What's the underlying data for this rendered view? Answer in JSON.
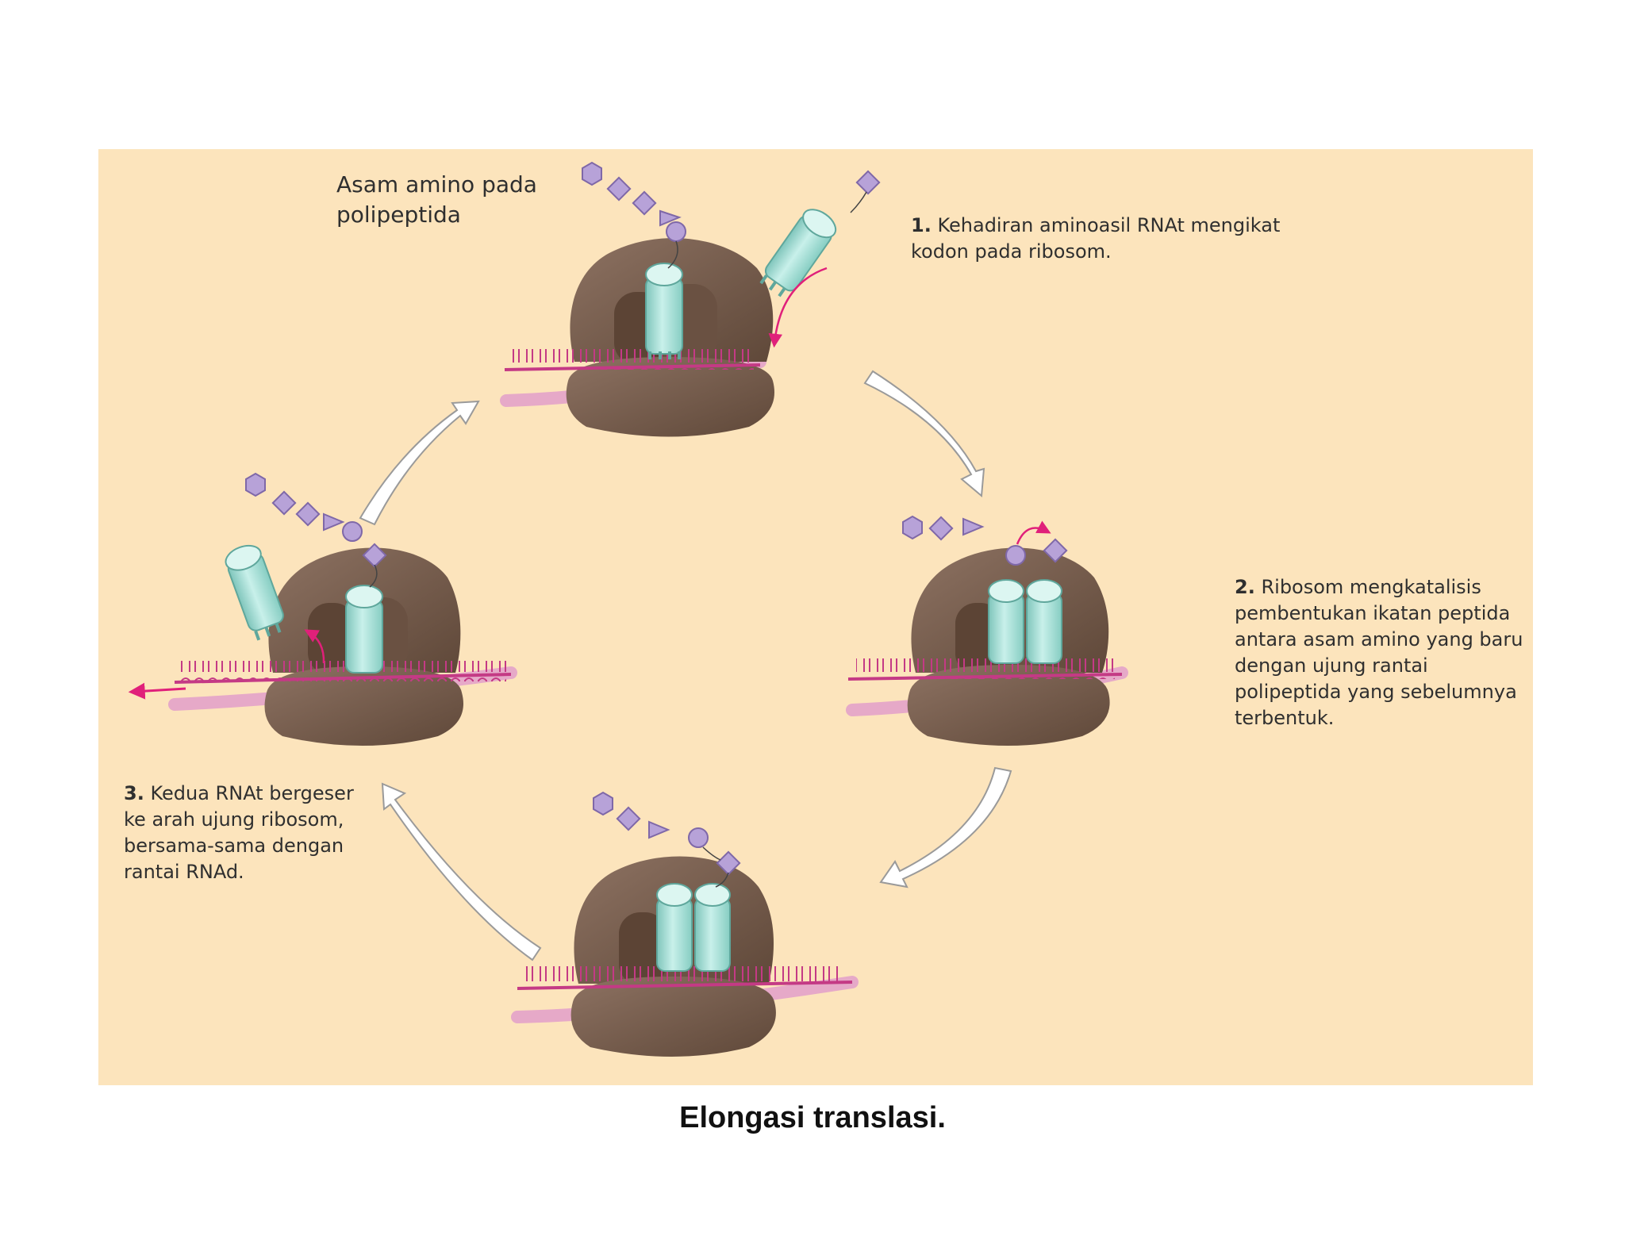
{
  "figure": {
    "label_amino": [
      "Asam amino pada",
      "polipeptida"
    ],
    "step1": {
      "num": "1.",
      "lines": [
        "Kehadiran aminoasil RNAt mengikat",
        "kodon pada ribosom."
      ]
    },
    "step2": {
      "num": "2.",
      "lines": [
        "Ribosom mengkatalisis",
        "pembentukan ikatan peptida",
        "antara asam amino yang baru",
        "dengan ujung rantai",
        "polipeptida yang sebelumnya",
        "terbentuk."
      ]
    },
    "step3": {
      "num": "3.",
      "lines": [
        "Kedua RNAt bergeser",
        "ke arah ujung ribosom,",
        "bersama-sama dengan",
        "rantai RNAd."
      ]
    }
  },
  "caption": "Elongasi translasi.",
  "colors": {
    "background": "#fce4bc",
    "ribosom": "#7a5f4e",
    "trna": "#b6e6de",
    "mrna": "#d6529a",
    "amino_acid": "#b7a2d8",
    "arrow_highlight": "#e0207a"
  }
}
